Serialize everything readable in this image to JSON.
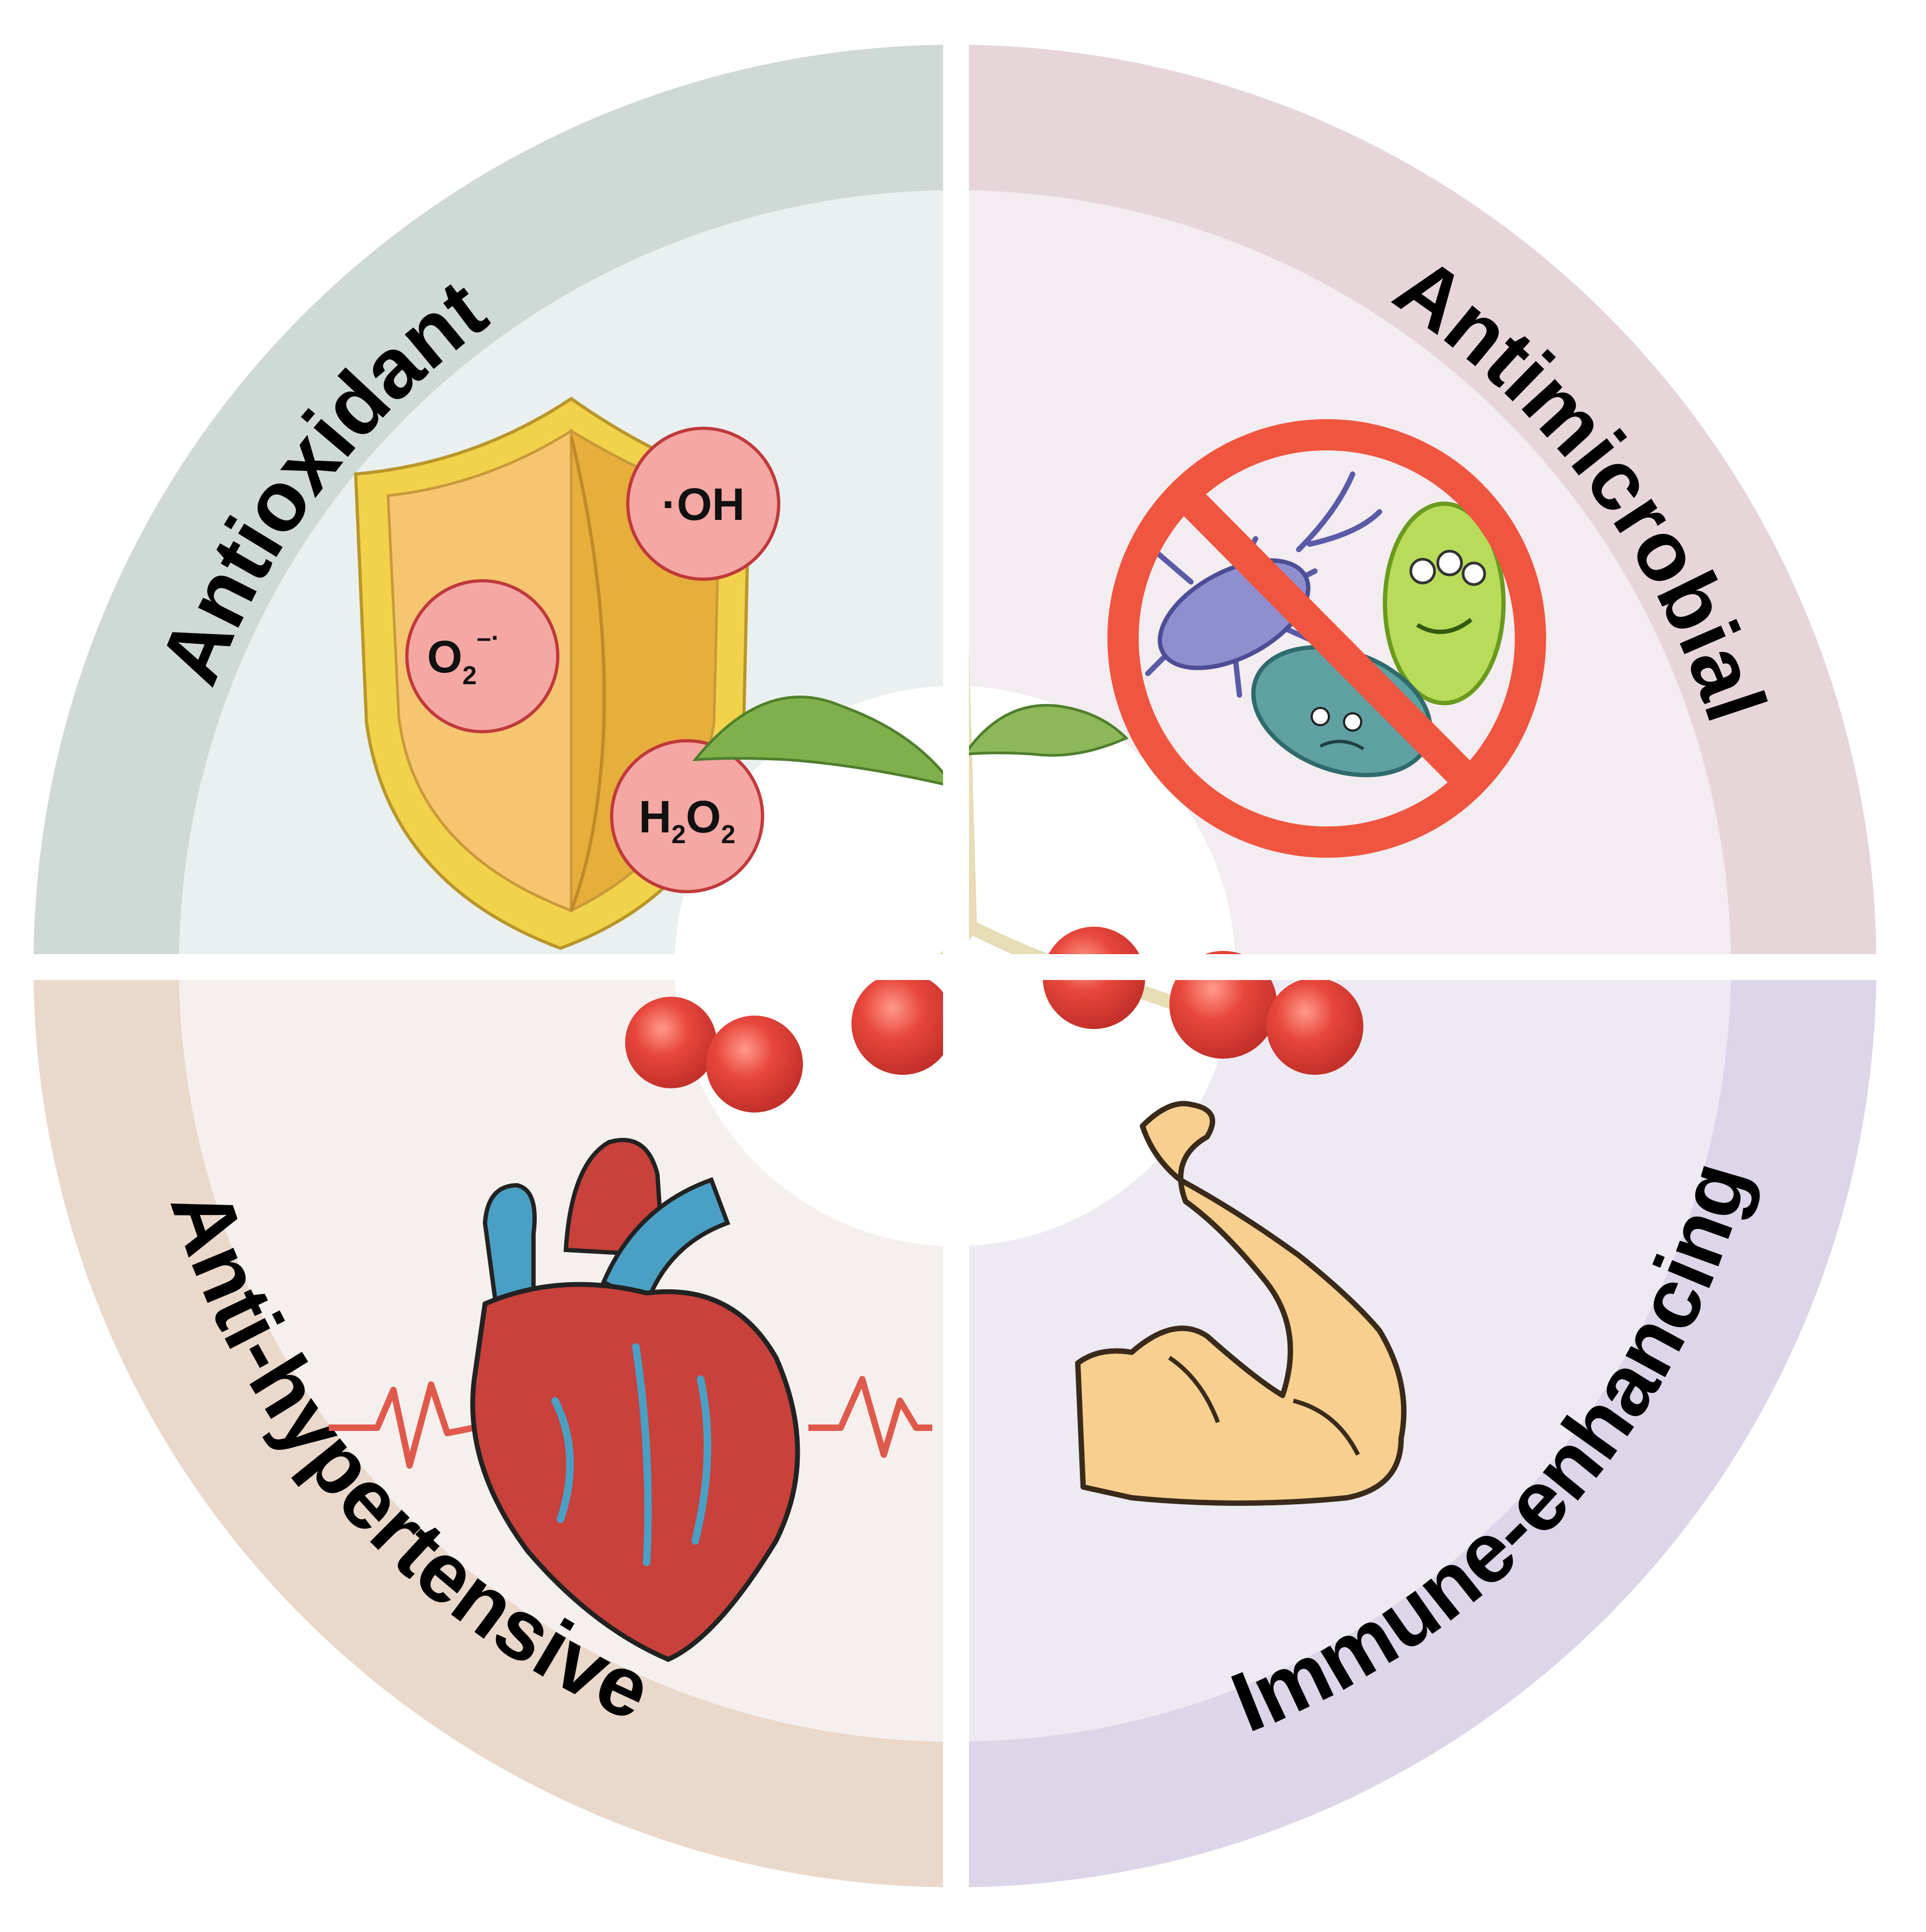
{
  "quadrants": [
    {
      "id": "antioxidant",
      "label": "Antioxidant",
      "ring_color": "#cfd9d6",
      "fill_color": "#eaf0f0"
    },
    {
      "id": "antimicrobial",
      "label": "Antimicrobial",
      "ring_color": "#e6d6da",
      "fill_color": "#f3ecf0"
    },
    {
      "id": "anti-hypertensive",
      "label": "Anti-hypertensive",
      "ring_color": "#ead8cb",
      "fill_color": "#f5f0ed"
    },
    {
      "id": "immune-enhancing",
      "label": "Immune-enhancing",
      "ring_color": "#dcd6e8",
      "fill_color": "#eeeaf3"
    }
  ],
  "radicals": {
    "hydroxyl": "·OH",
    "superoxide": {
      "base": "O",
      "sub": "2",
      "sup": "–·"
    },
    "peroxide": {
      "h": "H",
      "sub1": "2",
      "o": "O",
      "sub2": "2"
    }
  },
  "colors": {
    "shield_outer": "#f2d24a",
    "shield_inner": "#f6c56f",
    "shield_side": "#e6ae3a",
    "radical_fill": "#f5a7a3",
    "radical_stroke": "#c0393b",
    "prohibit_red": "#f0553f",
    "berry_red": "#e8473c",
    "heart_red": "#c8413a",
    "vessel_blue": "#4a9fc4",
    "arm_skin": "#f8cf8f",
    "ecg_red": "#e05a4c"
  },
  "icons": [
    "shield-icon",
    "no-microbes-icon",
    "heart-icon",
    "flexed-arm-icon",
    "berry-branch-icon"
  ]
}
